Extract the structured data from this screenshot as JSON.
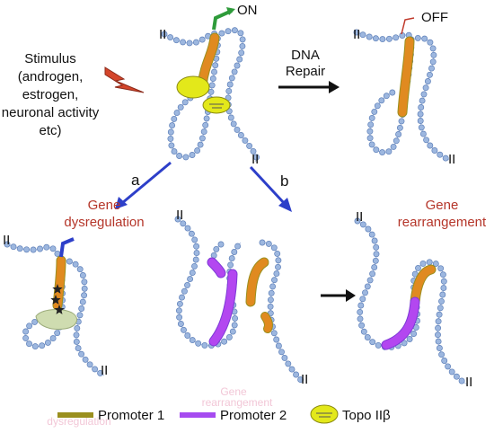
{
  "labels": {
    "on": "ON",
    "off": "OFF",
    "stimulus_lines": [
      "Stimulus",
      "(androgen,",
      "estrogen,",
      "neuronal activity",
      "etc)"
    ],
    "dna_repair_lines": [
      "DNA",
      "Repair"
    ],
    "path_a": "a",
    "path_b": "b",
    "gene_dysregulation_lines": [
      "Gene",
      "dysregulation"
    ],
    "gene_rearrangement_lines": [
      "Gene",
      "rearrangement"
    ],
    "strand_end_marker": "II",
    "ghost_lines": [
      "Gene",
      "dysregulation",
      "rearrangement"
    ]
  },
  "legend": [
    {
      "label": "Promoter 1",
      "color": "#9a8f1e",
      "symbol": "bar"
    },
    {
      "label": "Promoter 2",
      "color": "#a64bf0",
      "symbol": "bar"
    },
    {
      "label": "Topo IIβ",
      "color": "#e3e81a",
      "symbol": "ellipse"
    }
  ],
  "colors": {
    "dna_bead": "#9db7df",
    "dna_bead_stroke": "#5d7fb8",
    "promoter1": "#e08a20",
    "promoter1_edge": "#9a8f1e",
    "promoter2": "#b347f0",
    "promoter2_edge": "#7d3bd6",
    "topo": "#e3e81a",
    "topo_inactive": "#cfdcb0",
    "arrow_blue": "#2d3fc9",
    "arrow_black": "#111111",
    "on_arrow": "#2e9b3a",
    "off_mark": "#c0392b",
    "dysreg_arrow": "#2d3fc9",
    "stimulus": "#d4452a",
    "damage": "#222222"
  }
}
